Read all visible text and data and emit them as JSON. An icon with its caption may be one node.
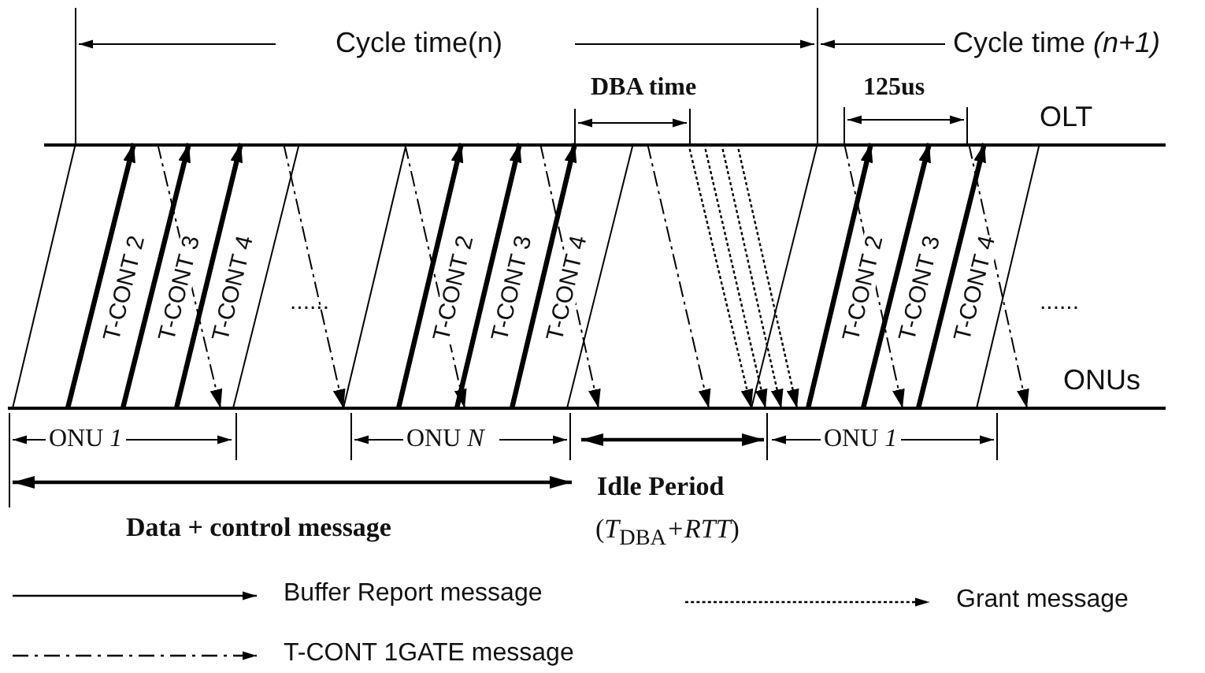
{
  "diagram": {
    "nodes": [
      {
        "text": [
          "OLT"
        ]
      },
      {
        "text": [
          "ONUs"
        ]
      }
    ],
    "edges": [
      {
        "from": 1,
        "to": 0,
        "arrow": "none"
      },
      {
        "from": 1,
        "to": 0,
        "arrow": "to",
        "style": "thick",
        "label": "T-CONT 2"
      },
      {
        "from": 0,
        "to": 1,
        "arrow": "to",
        "style": "dashed"
      },
      {
        "from": 1,
        "to": 0,
        "arrow": "to",
        "style": "thick",
        "label": "T-CONT 3"
      },
      {
        "from": 1,
        "to": 0,
        "arrow": "to",
        "style": "thick",
        "label": "T-CONT 4"
      },
      {
        "from": 1,
        "to": 0,
        "arrow": "none"
      },
      {
        "from": 0,
        "to": 1,
        "arrow": "to",
        "style": "dashed"
      },
      {
        "from": 1,
        "to": 0,
        "arrow": "none"
      },
      {
        "from": 1,
        "to": 0,
        "arrow": "to",
        "style": "thick",
        "label": "T-CONT 2"
      },
      {
        "from": 0,
        "to": 1,
        "arrow": "to",
        "style": "dashed"
      },
      {
        "from": 1,
        "to": 0,
        "arrow": "to",
        "style": "thick",
        "label": "T-CONT 3"
      },
      {
        "from": 0,
        "to": 1,
        "arrow": "to",
        "style": "dashed"
      },
      {
        "from": 1,
        "to": 0,
        "arrow": "to",
        "style": "thick",
        "label": "T-CONT 4"
      },
      {
        "from": 1,
        "to": 0,
        "arrow": "none"
      },
      {
        "from": 0,
        "to": 1,
        "arrow": "to",
        "style": "dashed"
      },
      {
        "from": 0,
        "to": 1,
        "arrow": "to",
        "style": "dashed"
      },
      {
        "from": 0,
        "to": 1,
        "arrow": "to",
        "style": "dashed"
      },
      {
        "from": 0,
        "to": 1,
        "arrow": "to",
        "style": "dashed"
      },
      {
        "from": 0,
        "to": 1,
        "arrow": "to",
        "style": "dashed"
      },
      {
        "from": 1,
        "to": 0,
        "arrow": "none"
      },
      {
        "from": 0,
        "to": 1,
        "arrow": "to",
        "style": "dashed"
      },
      {
        "from": 1,
        "to": 0,
        "arrow": "to",
        "style": "thick",
        "label": "T-CONT 2"
      },
      {
        "from": 1,
        "to": 0,
        "arrow": "to",
        "style": "thick",
        "label": "T-CONT 3"
      },
      {
        "from": 1,
        "to": 0,
        "arrow": "to",
        "style": "thick",
        "label": "T-CONT 4"
      },
      {
        "from": 0,
        "to": 1,
        "arrow": "to",
        "style": "dashed"
      },
      {
        "from": 1,
        "to": 0,
        "arrow": "none"
      }
    ],
    "labels": [
      "Cycle time(n)",
      "Cycle time *(n+1)*",
      "DBA time",
      "125us",
      "......",
      "......",
      "ONU *1*",
      "ONU *N*",
      "ONU *1*",
      "Idle Period",
      "Data + control message",
      "(*T*$_{DBA}$*+RTT*)"
    ],
    "legend": [
      {
        "text": "Buffer Report message"
      },
      {
        "text": "Grant message"
      },
      {
        "text": "T-CONT 1GATE message"
      }
    ]
  }
}
